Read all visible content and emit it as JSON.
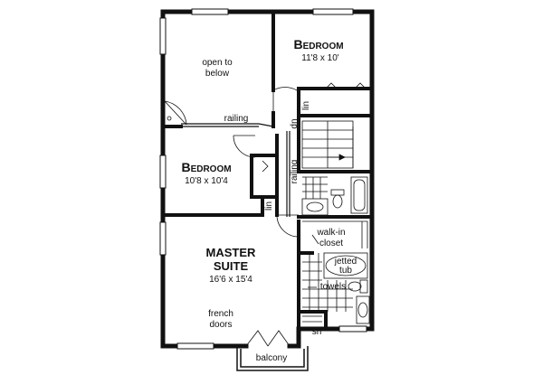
{
  "rooms": {
    "open_to_below": {
      "line1": "open to",
      "line2": "below"
    },
    "bedroom_upper": {
      "name_cap": "B",
      "name_rest": "EDROOM",
      "dims": "11'8 x 10'"
    },
    "bedroom_left": {
      "name_cap": "B",
      "name_rest": "EDROOM",
      "dims": "10'8 x 10'4"
    },
    "master_suite": {
      "line1": "MASTER",
      "line2": "SUITE",
      "dims": "16'6 x 15'4"
    },
    "walk_in_closet": {
      "line1": "walk-in",
      "line2": "closet"
    },
    "jetted_tub": {
      "line1": "jetted",
      "line2": "tub"
    },
    "balcony": {
      "label": "balcony"
    }
  },
  "labels": {
    "railing_top": "railing",
    "railing_vertical": "railing",
    "stair_down": "dn",
    "linen_upper": "lin",
    "linen_left": "lin",
    "towels": "towels",
    "shower": "sh",
    "french_doors_line1": "french",
    "french_doors_line2": "doors"
  }
}
